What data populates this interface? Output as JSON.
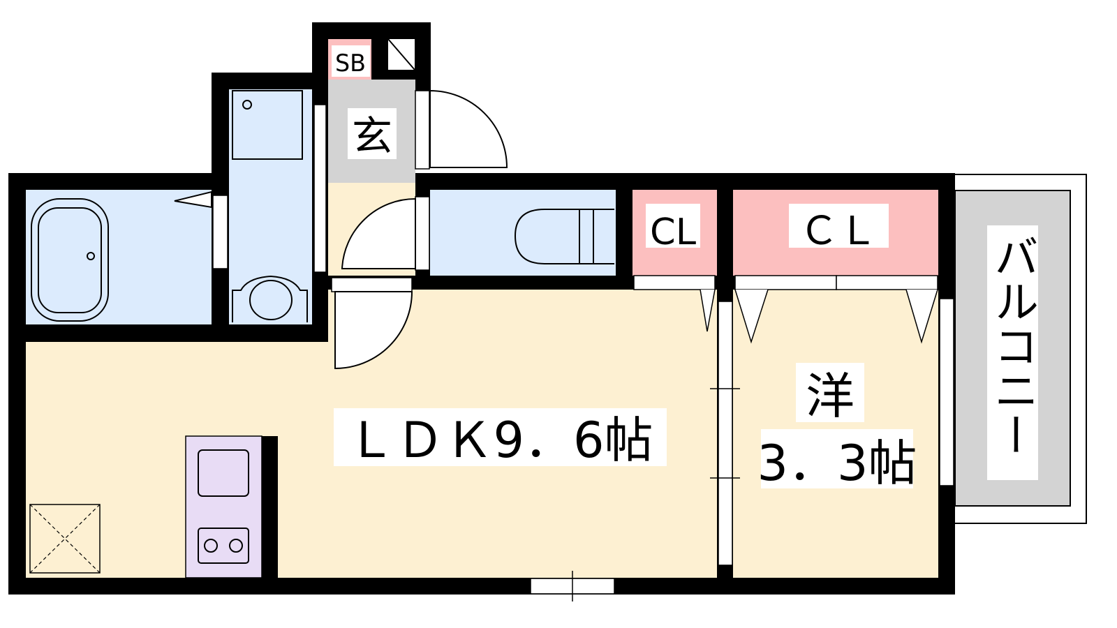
{
  "floorplan": {
    "rooms": {
      "ldk": {
        "label": "ＬＤＫ9．6帖"
      },
      "western_name": {
        "label": "洋"
      },
      "western_size": {
        "label": "3．3帖"
      },
      "closet_small": {
        "label": "CL"
      },
      "closet_large": {
        "label": "ＣＬ"
      },
      "balcony": {
        "label": "バルコニー"
      },
      "entrance": {
        "label": "玄"
      },
      "shoe_box": {
        "label": "SB"
      }
    },
    "colors": {
      "wall": "#000000",
      "wet_area": "#dcebfd",
      "living": "#fdf0d2",
      "closet": "#fcbfbf",
      "entrance": "#d3d3d3",
      "kitchen": "#e8dcf5",
      "balcony": "#d3d3d3"
    }
  }
}
